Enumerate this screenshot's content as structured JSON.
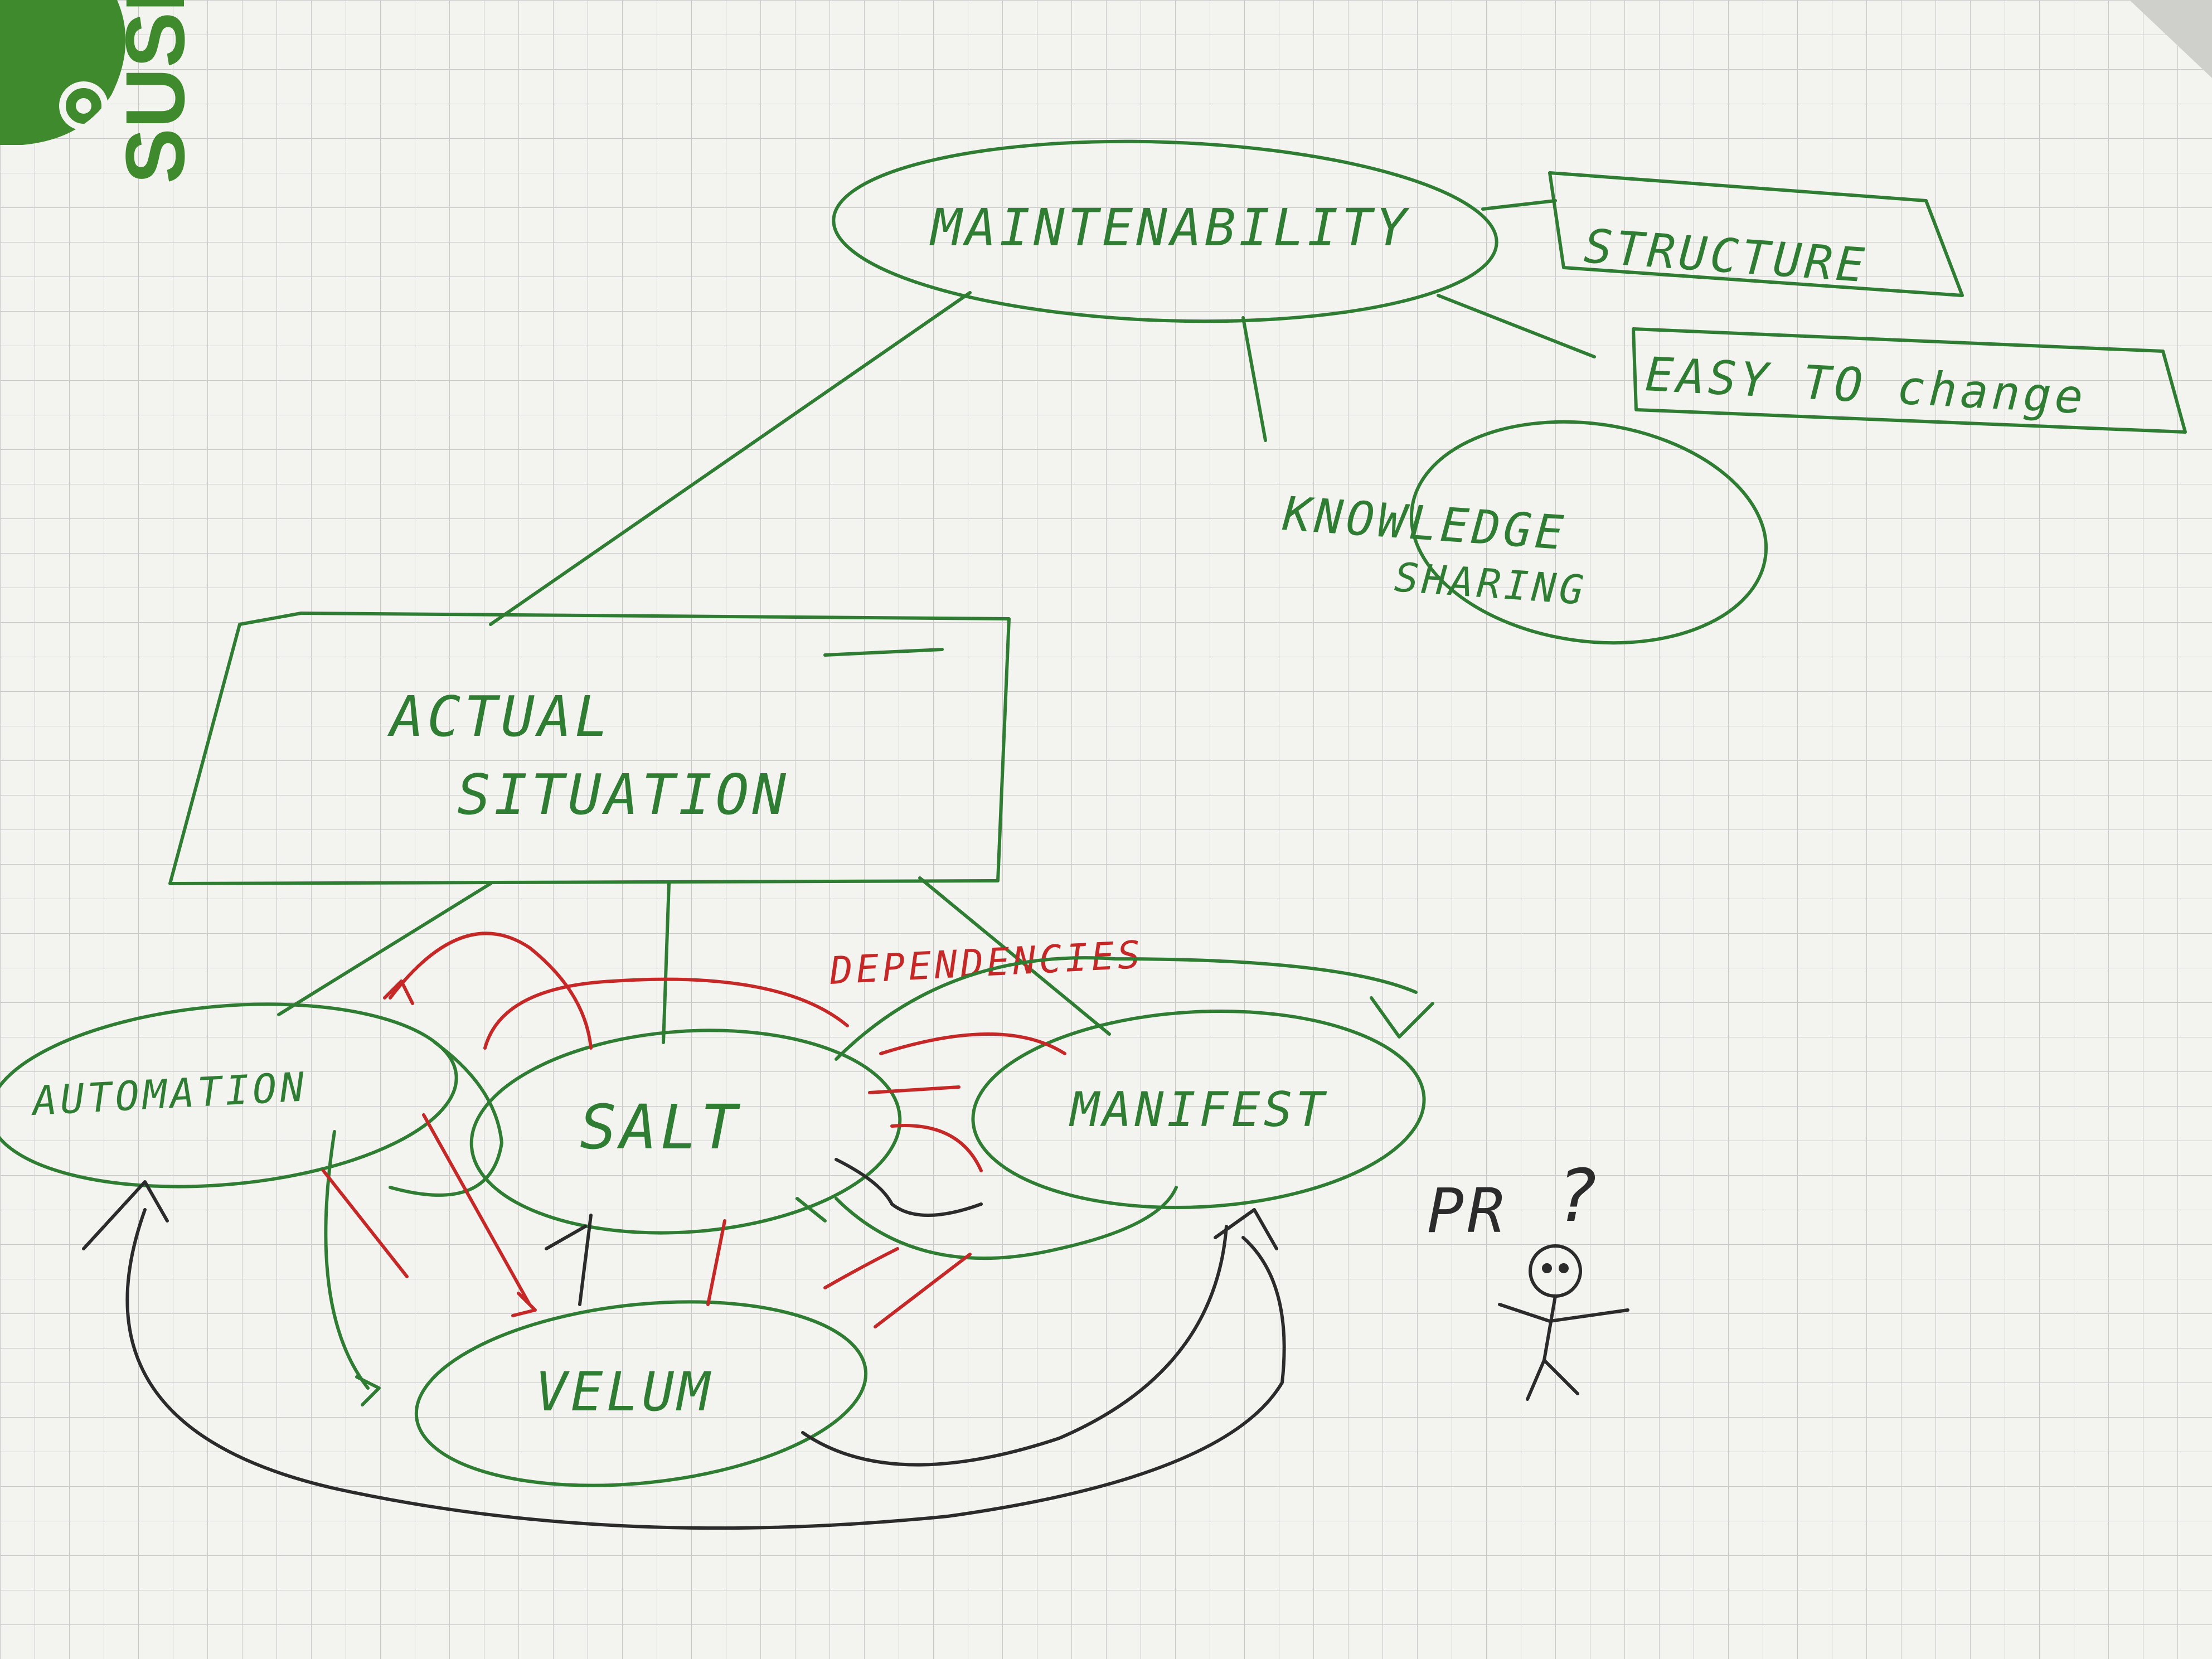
{
  "logo": {
    "text": "SUSE",
    "mark": "®",
    "icon": "chameleon-icon"
  },
  "colors": {
    "paper": "#f3f3f0",
    "grid": "#c8c8c8",
    "green_ink": "#2e7d32",
    "red_ink": "#c62828",
    "black_ink": "#2b2b2b",
    "logo_green": "#3f8a2c"
  },
  "diagram": {
    "nodes": {
      "maintainability": "MAINTENABILITY",
      "structure": "STRUCTURE",
      "easy_to_change": "EASY TO change",
      "knowledge": "KNOWLEDGE",
      "sharing": "SHARING",
      "actual": "ACTUAL",
      "situation": "SITUATION",
      "automation": "AUTOMATION",
      "salt": "SALT",
      "manifest": "MANIFEST",
      "velum": "VELUM",
      "dependencies": "DEPENDENCIES",
      "pr": "PR",
      "question": "?"
    },
    "figure": "stick-figure-icon"
  }
}
